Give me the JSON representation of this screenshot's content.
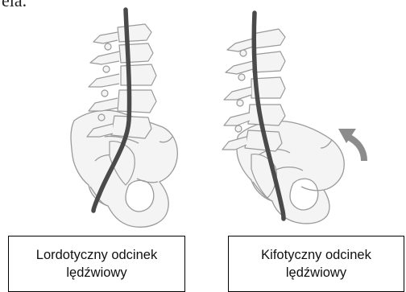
{
  "header": {
    "partial_text": "ela."
  },
  "figures": [
    {
      "caption_line1": "Lordotyczny odcinek",
      "caption_line2": "lędźwiowy"
    },
    {
      "caption_line1": "Kifotyczny odcinek",
      "caption_line2": "lędźwiowy"
    }
  ],
  "colors": {
    "bone_outline": "#9a9a9a",
    "bone_fill": "#f4f4f4",
    "spine_line": "#4a4a4a",
    "arrow": "#8c8c8c"
  }
}
